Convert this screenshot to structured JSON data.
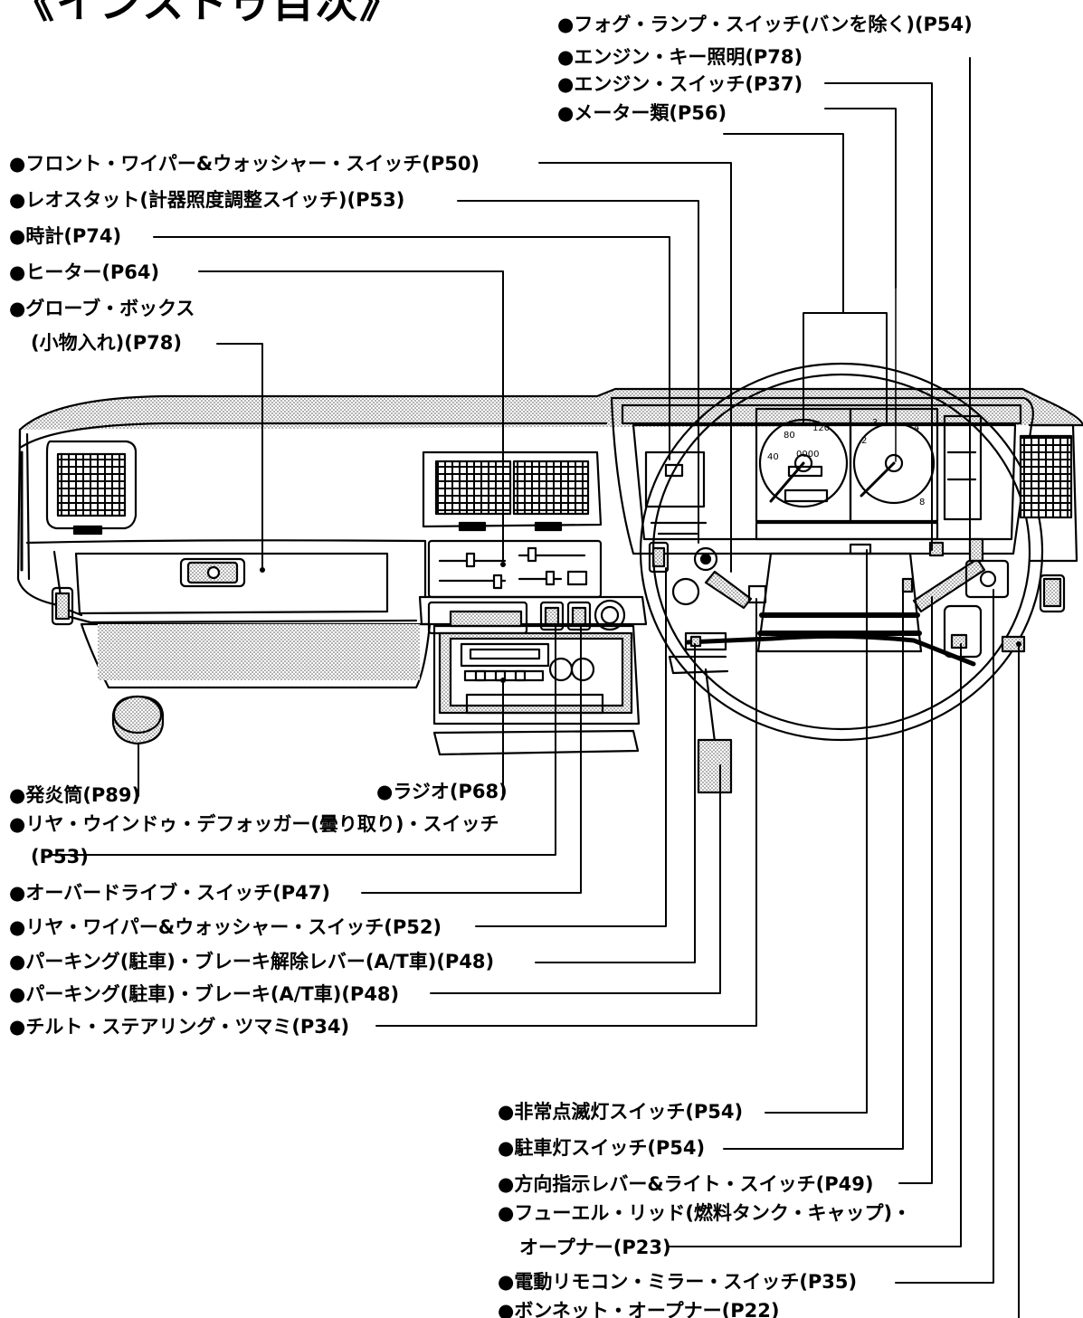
{
  "title": "《インストゥ目次》",
  "labels_top": {
    "fog_lamp_switch": "●フォグ・ランプ・スイッチ(バンを除く)(P54)",
    "engine_key_light": "●エンジン・キー照明(P78)",
    "engine_switch": "●エンジン・スイッチ(P37)",
    "meters": "●メーター類(P56)"
  },
  "labels_left": {
    "front_wiper_switch": "●フロント・ワイパー&ウォッシャー・スイッチ(P50)",
    "rheostat": "●レオスタット(計器照度調整スイッチ)(P53)",
    "clock": "●時計(P74)",
    "heater": "●ヒーター(P64)",
    "glove_box_1": "●グローブ・ボックス",
    "glove_box_2": "(小物入れ)(P78)"
  },
  "labels_bottom": {
    "flare": "●発炎筒(P89)",
    "radio": "●ラジオ(P68)",
    "rear_defogger_1": "●リヤ・ウインドゥ・デフォッガー(曇り取り)・スイッチ",
    "rear_defogger_2": "(P53)",
    "overdrive_switch": "●オーバードライブ・スイッチ(P47)",
    "rear_wiper_switch": "●リヤ・ワイパー&ウォッシャー・スイッチ(P52)",
    "parking_brake_release": "●パーキング(駐車)・ブレーキ解除レバー(A/T車)(P48)",
    "parking_brake": "●パーキング(駐車)・ブレーキ(A/T車)(P48)",
    "tilt_steering": "●チルト・ステアリング・ツマミ(P34)"
  },
  "labels_right": {
    "hazard_switch": "●非常点滅灯スイッチ(P54)",
    "parking_light_switch": "●駐車灯スイッチ(P54)",
    "turn_signal_lever": "●方向指示レバー&ライト・スイッチ(P49)",
    "fuel_lid_1": "●フューエル・リッド(燃料タンク・キャップ)・",
    "fuel_lid_2": "オープナー(P23)",
    "mirror_switch": "●電動リモコン・ミラー・スイッチ(P35)",
    "bonnet_opener": "●ボンネット・オープナー(P22)"
  },
  "gauge_text": {
    "odometer": "0000",
    "speed_120": "120",
    "speed_40": "40",
    "speed_80": "80",
    "tach_3": "3",
    "tach_2": "2",
    "tach_4": "4",
    "tach_8": "8"
  }
}
